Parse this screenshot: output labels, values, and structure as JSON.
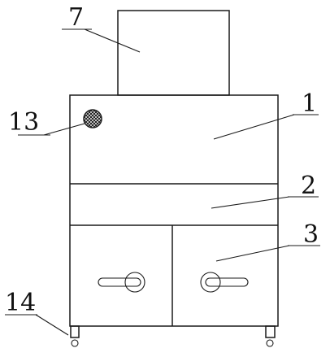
{
  "labels": {
    "hopper": "7",
    "upper_body": "1",
    "drawer": "2",
    "cabinet": "3",
    "vent": "13",
    "feet": "14"
  },
  "colors": {
    "stroke": "#1a1a1a",
    "background": "#ffffff"
  },
  "icons": {
    "vent": "crosshatched-circle-icon",
    "left_handle": "door-handle-icon",
    "right_handle": "door-handle-icon"
  }
}
